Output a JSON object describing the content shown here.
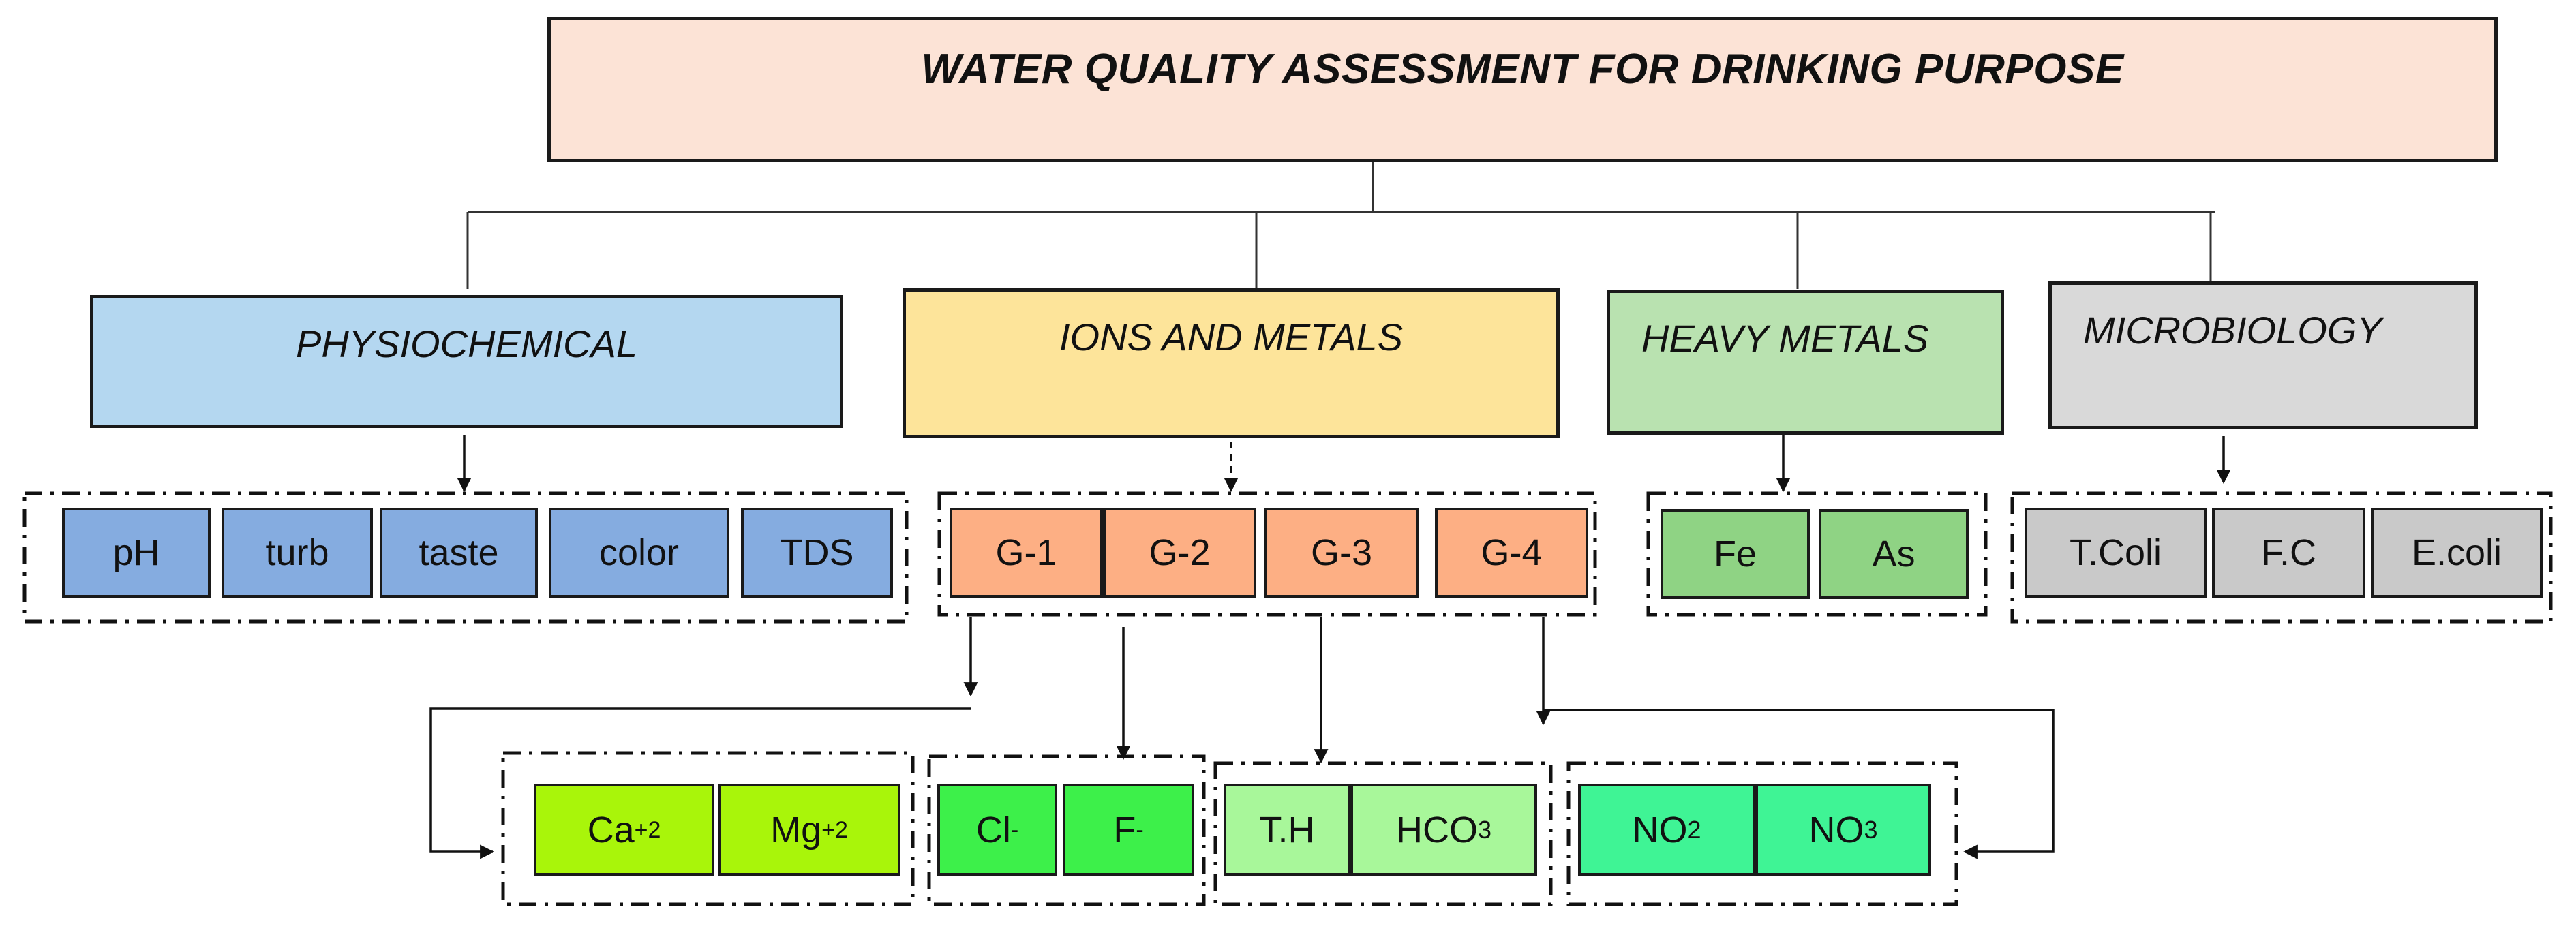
{
  "title": "WATER QUALITY ASSESSMENT FOR DRINKING PURPOSE",
  "categories": {
    "physiochemical": "PHYSIOCHEMICAL",
    "ions_and_metals": "IONS AND METALS",
    "heavy_metals": "HEAVY METALS",
    "microbiology": "MICROBIOLOGY"
  },
  "physiochemical_items": [
    "pH",
    "turb",
    "taste",
    "color",
    "TDS"
  ],
  "ion_groups": [
    "G-1",
    "G-2",
    "G-3",
    "G-4"
  ],
  "heavy_metal_items": [
    "Fe",
    "As"
  ],
  "microbiology_items": [
    "T.Coli",
    "F.C",
    "E.coli"
  ],
  "group_1": {
    "ca": {
      "base": "Ca",
      "sup": "+2"
    },
    "mg": {
      "base": "Mg",
      "sup": "+2"
    }
  },
  "group_2": {
    "cl": {
      "base": "Cl",
      "sup": "-"
    },
    "f": {
      "base": "F",
      "sup": "-"
    }
  },
  "group_3": {
    "th": "T.H",
    "hco3": {
      "base": "HCO",
      "sub": "3"
    }
  },
  "group_4": {
    "no2": {
      "base": "NO",
      "sub": "2"
    },
    "no3": {
      "base": "NO",
      "sub": "3"
    }
  },
  "colors": {
    "title_fill": "#fce3d6",
    "physiochemical_fill": "#b4d7f0",
    "ions_fill": "#fde49a",
    "heavy_metals_fill": "#b9e2b0",
    "microbiology_fill": "#d9d9d9",
    "physio_items": "#85ace0",
    "ion_groups": "#fdaf84",
    "heavy_items": "#8fd384",
    "micro_items": "#c9c9c9",
    "group_1": "#a9f50a",
    "group_2": "#3df04a",
    "group_3": "#a8f79a",
    "group_4": "#3ff495"
  }
}
